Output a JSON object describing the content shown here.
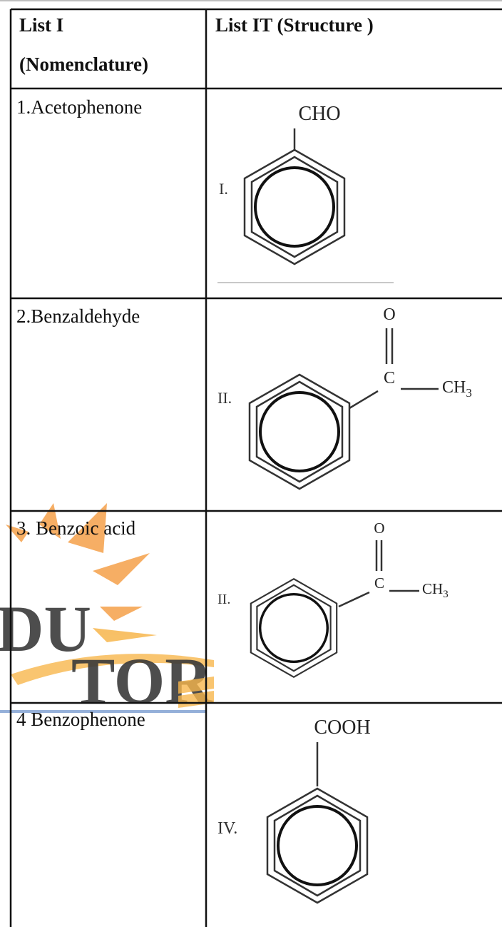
{
  "table": {
    "header": {
      "col1_line1": "List I",
      "col1_line2": "(Nomenclature)",
      "col2": "List IT (Structure )"
    },
    "rows": [
      {
        "name": "1.Acetophenone",
        "structure": {
          "roman": "I.",
          "substituent": "CHO"
        }
      },
      {
        "name": "2.Benzaldehyde",
        "structure": {
          "roman": "II.",
          "oxygen": "O",
          "carbon": "C",
          "methyl": "CH",
          "methyl_sub": "3"
        }
      },
      {
        "name": "3. Benzoic acid",
        "structure": {
          "roman": "II.",
          "oxygen": "O",
          "carbon": "C",
          "methyl": "CH",
          "methyl_sub": "3"
        }
      },
      {
        "name": "4 Benzophenone",
        "structure": {
          "roman": "IV.",
          "substituent": "COOH"
        }
      }
    ]
  },
  "watermark": {
    "word1": "DU",
    "word2": "TOR",
    "colors": {
      "sun": "#f5a04a",
      "word1": "#3a3a3a",
      "word2": "#3a3a3a",
      "swoosh": "#f7b64c"
    }
  }
}
